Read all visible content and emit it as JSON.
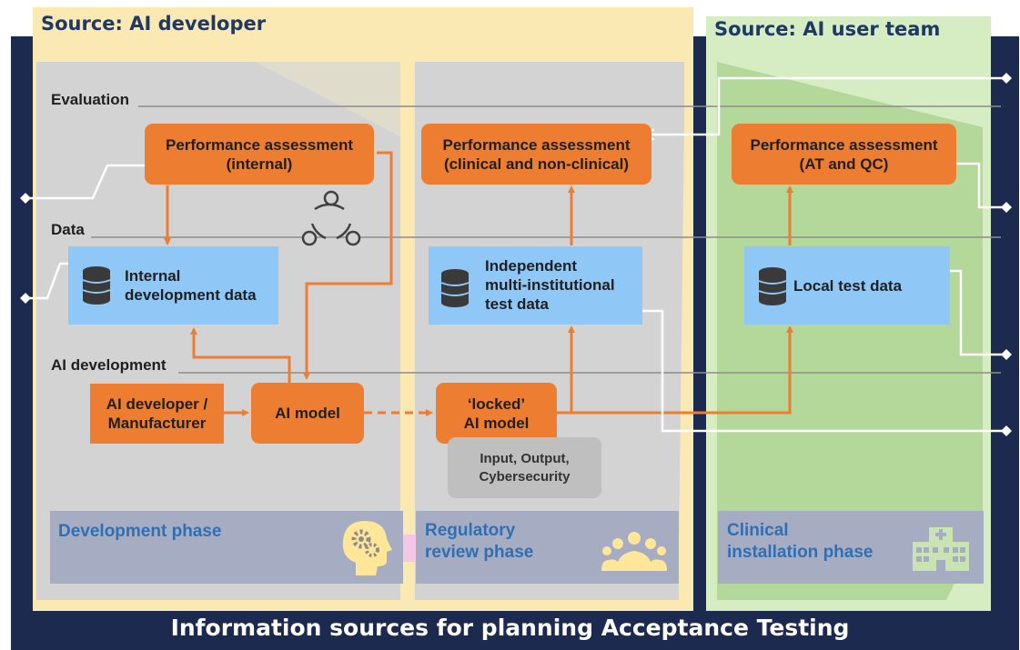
{
  "headers": {
    "developer": "Source: AI developer",
    "user_team": "Source: AI user team"
  },
  "lanes": {
    "evaluation": "Evaluation",
    "data": "Data",
    "ai_development": "AI development"
  },
  "boxes": {
    "perf_internal": "Performance assessment\n(internal)",
    "perf_clinical": "Performance assessment\n(clinical and non-clinical)",
    "perf_atqc": "Performance assessment\n(AT and QC)",
    "internal_data": "Internal\ndevelopment data",
    "independent_data": "Independent\nmulti-institutional\ntest data",
    "local_data": "Local test data",
    "developer": "AI developer /\nManufacturer",
    "ai_model": "AI model",
    "locked_model": "‘locked’\nAI model",
    "input_output": "Input, Output,\nCybersecurity"
  },
  "phases": {
    "development": "Development phase",
    "regulatory": "Regulatory\nreview phase",
    "clinical": "Clinical\ninstallation phase"
  },
  "icons": {
    "cycle": "cycle-icon",
    "database": "database-icon",
    "head_gears": "head-gears-icon",
    "people": "people-icon",
    "hospital": "hospital-icon"
  },
  "footer": "Information sources for planning Acceptance Testing",
  "colors": {
    "navy": "#1b2a4e",
    "orange": "#ed7d31",
    "light_blue": "#8fc7f7",
    "developer_yellow": "#fbe9b4",
    "user_green": "#d6ecc3",
    "phase_label": "#2f6fb3"
  }
}
